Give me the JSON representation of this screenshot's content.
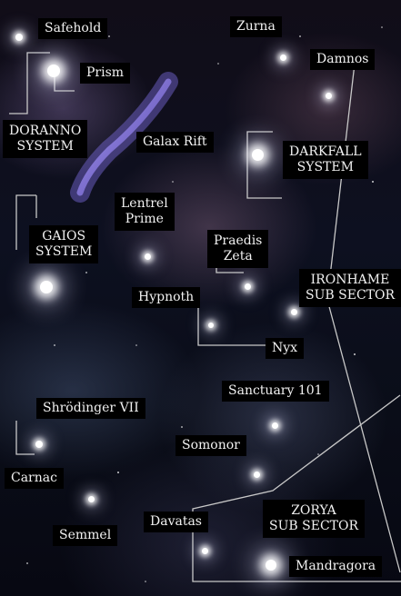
{
  "labels": {
    "safehold": "Safehold",
    "prism": "Prism",
    "zurna": "Zurna",
    "damnos": "Damnos",
    "doranno_line1": "DORANNO",
    "doranno_line2": "SYSTEM",
    "galax_rift": "Galax Rift",
    "darkfall_line1": "DARKFALL",
    "darkfall_line2": "SYSTEM",
    "lentrel_line1": "Lentrel",
    "lentrel_line2": "Prime",
    "gaios_line1": "GAIOS",
    "gaios_line2": "SYSTEM",
    "praedis_line1": "Praedis",
    "praedis_line2": "Zeta",
    "ironhame_line1": "IRONHAME",
    "ironhame_line2": "SUB SECTOR",
    "hypnoth": "Hypnoth",
    "nyx": "Nyx",
    "sanctuary": "Sanctuary 101",
    "shrodinger": "Shrödinger VII",
    "somonor": "Somonor",
    "carnac": "Carnac",
    "zorya_line1": "ZORYA",
    "zorya_line2": "SUB SECTOR",
    "semmel": "Semmel",
    "davatas": "Davatas",
    "mandragora": "Mandragora"
  },
  "colors": {
    "label_bg": "#000000",
    "label_text": "#f2f2f2",
    "boundary": "#c8c8c8",
    "rift": "#8a7cf0"
  }
}
